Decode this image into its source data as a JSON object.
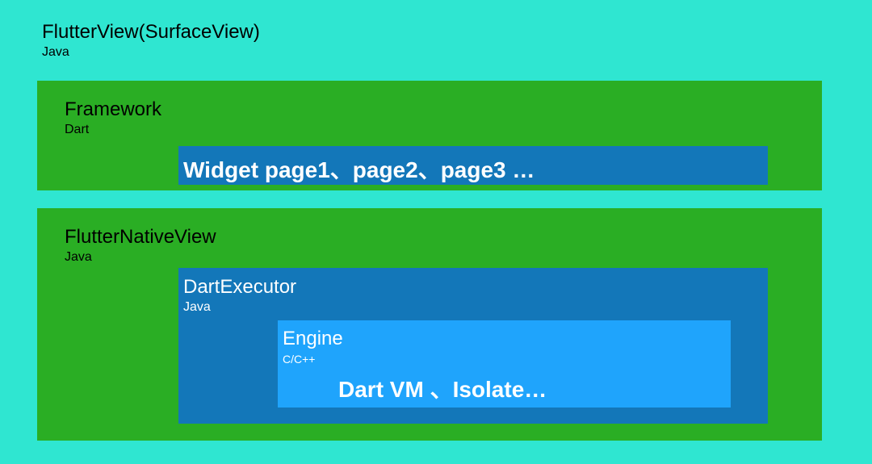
{
  "colors": {
    "background": "#2fe6d1",
    "green": "#2aae24",
    "dark_blue": "#1377b9",
    "light_blue": "#1fa4fc"
  },
  "surface": {
    "title": "FlutterView(SurfaceView)",
    "lang": "Java"
  },
  "framework": {
    "title": "Framework",
    "lang": "Dart",
    "widget_text": "Widget page1、page2、page3 …"
  },
  "native": {
    "title": "FlutterNativeView",
    "lang": "Java"
  },
  "executor": {
    "title": "DartExecutor",
    "lang": "Java"
  },
  "engine": {
    "title": "Engine",
    "lang": "C/C++",
    "content": "Dart VM 、Isolate…"
  }
}
